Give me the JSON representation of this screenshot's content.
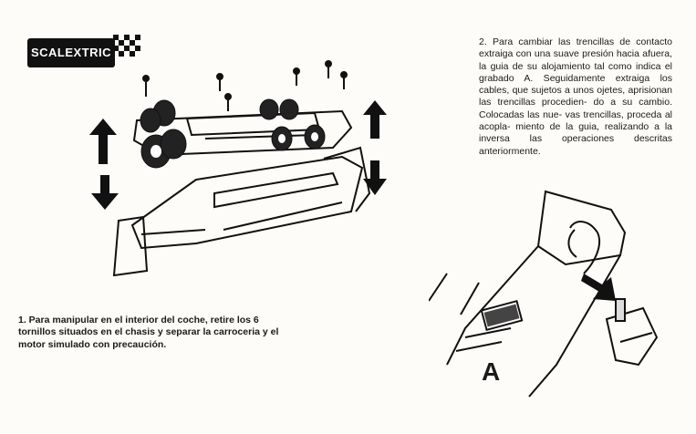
{
  "logo": {
    "text": "SCALEXTRIC"
  },
  "step2": {
    "text": "2. Para cambiar las trencillas de contacto extraiga con una suave presión hacia afuera, la guia de su alojamiento tal como indica el grabado A. Seguidamente extraiga los cables, que sujetos a unos ojetes, aprisionan las trencillas procedien- do a su cambio. Colocadas las nue- vas trencillas, proceda al acopla- miento de la guia, realizando a la inversa las operaciones descritas anteriormente."
  },
  "step1": {
    "text": "1. Para manipular en el interior del coche, retire los 6 tornillos situados en el chasis y separar la carroceria y el motor simulado con precaución."
  },
  "figure_a": {
    "label": "A"
  }
}
